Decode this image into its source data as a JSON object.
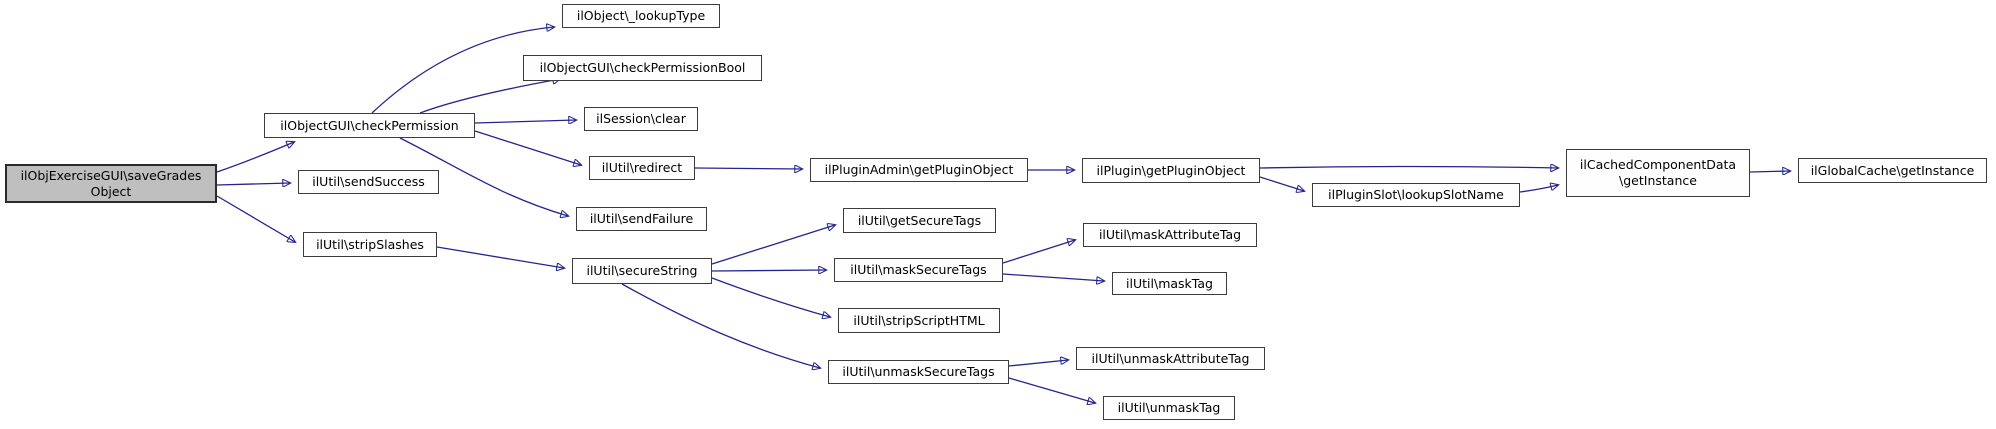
{
  "diagram": {
    "type": "call-graph",
    "background_color": "#ffffff",
    "edge_color": "#24248f",
    "node_border_color": "#3c3c3c",
    "node_fill_color": "#fefefe",
    "root_fill_color": "#bfbfbf",
    "text_color": "#000000",
    "nodes": {
      "saveGradesObject": {
        "label": "ilObjExerciseGUI\\saveGrades\nObject",
        "root": true
      },
      "lookupType": {
        "label": "ilObject\\_lookupType"
      },
      "checkPermissionBool": {
        "label": "ilObjectGUI\\checkPermissionBool"
      },
      "checkPermission": {
        "label": "ilObjectGUI\\checkPermission"
      },
      "sessionClear": {
        "label": "ilSession\\clear"
      },
      "redirect": {
        "label": "ilUtil\\redirect"
      },
      "sendSuccess": {
        "label": "ilUtil\\sendSuccess"
      },
      "sendFailure": {
        "label": "ilUtil\\sendFailure"
      },
      "stripSlashes": {
        "label": "ilUtil\\stripSlashes"
      },
      "secureString": {
        "label": "ilUtil\\secureString"
      },
      "getSecureTags": {
        "label": "ilUtil\\getSecureTags"
      },
      "maskSecureTags": {
        "label": "ilUtil\\maskSecureTags"
      },
      "stripScriptHTML": {
        "label": "ilUtil\\stripScriptHTML"
      },
      "unmaskSecureTags": {
        "label": "ilUtil\\unmaskSecureTags"
      },
      "maskAttributeTag": {
        "label": "ilUtil\\maskAttributeTag"
      },
      "maskTag": {
        "label": "ilUtil\\maskTag"
      },
      "unmaskAttributeTag": {
        "label": "ilUtil\\unmaskAttributeTag"
      },
      "unmaskTag": {
        "label": "ilUtil\\unmaskTag"
      },
      "pluginAdminGetPluginObject": {
        "label": "ilPluginAdmin\\getPluginObject"
      },
      "pluginGetPluginObject": {
        "label": "ilPlugin\\getPluginObject"
      },
      "pluginSlotLookupSlotName": {
        "label": "ilPluginSlot\\lookupSlotName"
      },
      "cachedComponentDataGetInstance": {
        "label": "ilCachedComponentData\n\\getInstance"
      },
      "globalCacheGetInstance": {
        "label": "ilGlobalCache\\getInstance"
      }
    },
    "edges": [
      {
        "from": "saveGradesObject",
        "to": "checkPermission"
      },
      {
        "from": "saveGradesObject",
        "to": "sendSuccess"
      },
      {
        "from": "saveGradesObject",
        "to": "stripSlashes"
      },
      {
        "from": "checkPermission",
        "to": "lookupType"
      },
      {
        "from": "checkPermission",
        "to": "checkPermissionBool"
      },
      {
        "from": "checkPermission",
        "to": "sessionClear"
      },
      {
        "from": "checkPermission",
        "to": "redirect"
      },
      {
        "from": "checkPermission",
        "to": "sendFailure"
      },
      {
        "from": "redirect",
        "to": "pluginAdminGetPluginObject"
      },
      {
        "from": "pluginAdminGetPluginObject",
        "to": "pluginGetPluginObject"
      },
      {
        "from": "pluginGetPluginObject",
        "to": "cachedComponentDataGetInstance"
      },
      {
        "from": "pluginGetPluginObject",
        "to": "pluginSlotLookupSlotName"
      },
      {
        "from": "pluginSlotLookupSlotName",
        "to": "cachedComponentDataGetInstance"
      },
      {
        "from": "cachedComponentDataGetInstance",
        "to": "globalCacheGetInstance"
      },
      {
        "from": "stripSlashes",
        "to": "secureString"
      },
      {
        "from": "secureString",
        "to": "getSecureTags"
      },
      {
        "from": "secureString",
        "to": "maskSecureTags"
      },
      {
        "from": "secureString",
        "to": "stripScriptHTML"
      },
      {
        "from": "secureString",
        "to": "unmaskSecureTags"
      },
      {
        "from": "maskSecureTags",
        "to": "maskAttributeTag"
      },
      {
        "from": "maskSecureTags",
        "to": "maskTag"
      },
      {
        "from": "unmaskSecureTags",
        "to": "unmaskAttributeTag"
      },
      {
        "from": "unmaskSecureTags",
        "to": "unmaskTag"
      }
    ]
  }
}
